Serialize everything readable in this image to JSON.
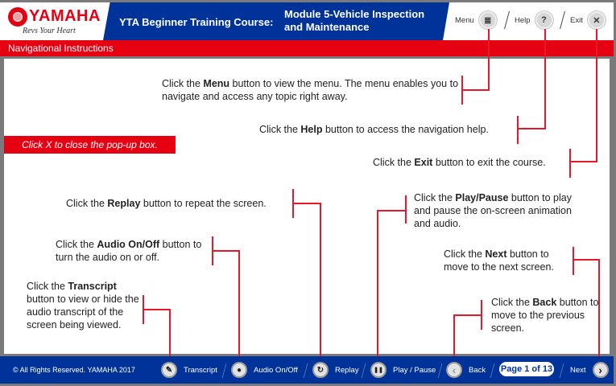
{
  "header": {
    "brand": "YAMAHA",
    "tagline": "Revs Your Heart",
    "course_title": "YTA Beginner Training Course:",
    "module_title": "Module 5-Vehicle Inspection and Maintenance",
    "nav": [
      {
        "label": "Menu",
        "icon": "menu-icon",
        "glyph": "≣"
      },
      {
        "label": "Help",
        "icon": "help-icon",
        "glyph": "?"
      },
      {
        "label": "Exit",
        "icon": "close-icon",
        "glyph": "✕"
      }
    ]
  },
  "subbar": {
    "title": "Navigational Instructions"
  },
  "popup": {
    "close_hint": "Click X to close the pop-up box.",
    "notes": {
      "menu": {
        "pre": "Click the ",
        "bold": "Menu",
        "post": " button to view the menu. The menu enables you to navigate and access any topic right away."
      },
      "help": {
        "pre": "Click the ",
        "bold": "Help",
        "post": " button to access the navigation help."
      },
      "exit": {
        "pre": "Click the ",
        "bold": "Exit",
        "post": " button to exit the course."
      },
      "replay": {
        "pre": "Click the ",
        "bold": "Replay",
        "post": " button to repeat the screen."
      },
      "playpause": {
        "pre": "Click the ",
        "bold": "Play/Pause",
        "post": " button to play and pause the on-screen animation and audio."
      },
      "audio": {
        "pre": "Click the ",
        "bold": "Audio On/Off",
        "post": " button to turn the audio on or off."
      },
      "next": {
        "pre": "Click the ",
        "bold": "Next",
        "post": " button to move to the next screen."
      },
      "transcript": {
        "pre": "Click the ",
        "bold": "Transcript",
        "post": " button to view or hide the audio transcript of the screen being viewed."
      },
      "back": {
        "pre": "Click the ",
        "bold": "Back",
        "post": " button to move to the previous screen."
      }
    }
  },
  "footer": {
    "copyright": "© All Rights Reserved. YAMAHA 2017",
    "buttons": [
      {
        "label": "Transcript",
        "icon": "transcript-icon",
        "glyph": "✎"
      },
      {
        "label": "Audio On/Off",
        "icon": "microphone-icon",
        "glyph": "●"
      },
      {
        "label": "Replay",
        "icon": "replay-icon",
        "glyph": "↻"
      },
      {
        "label": "Play / Pause",
        "icon": "pause-icon",
        "glyph": "❚❚"
      },
      {
        "label": "Back",
        "icon": "back-arrow-icon",
        "glyph": "‹"
      },
      {
        "label": "Next",
        "icon": "next-arrow-icon",
        "glyph": "›"
      }
    ],
    "page_indicator": "Page 1 of 13"
  },
  "colors": {
    "brand_red": "#e50012",
    "brand_blue": "#00339a",
    "leader_line": "#e8182a"
  }
}
